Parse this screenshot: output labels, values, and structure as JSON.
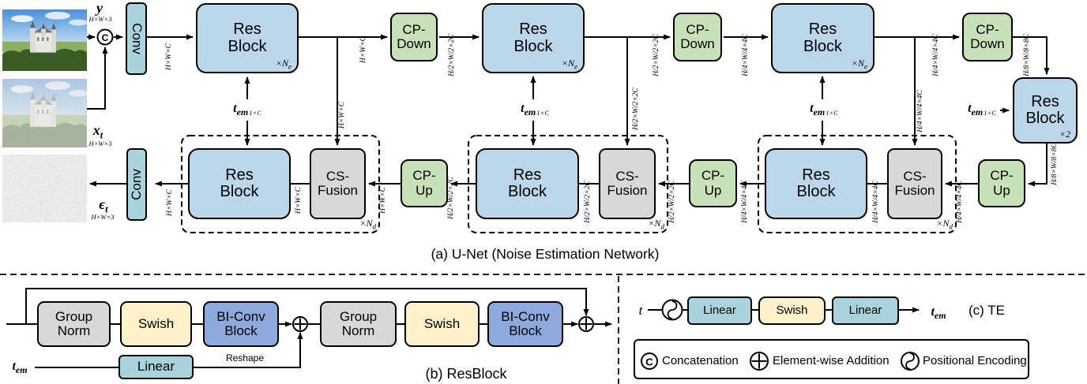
{
  "captions": {
    "a": "(a) U-Net (Noise Estimation Network)",
    "b": "(b) ResBlock",
    "c": "(c) TE"
  },
  "blocks": {
    "conv": "Conv",
    "res_block": "Res Block",
    "cp_down": "CP-Down",
    "cp_up": "CP-Up",
    "cs_fusion": "CS-Fusion",
    "group_norm": "Group Norm",
    "swish": "Swish",
    "bi_conv": "BI-Conv Block",
    "linear": "Linear"
  },
  "multipliers": {
    "n_base": "×N",
    "n_enc_sub": "e",
    "n_dec_sub": "d",
    "x2": "×2"
  },
  "dims": {
    "input": "H×W×3",
    "c1": "H×W×C",
    "c2": "H/2×W/2×2C",
    "c4": "H/4×W/4×4C",
    "c8": "H/8×W/8×8C",
    "tem": "1×C"
  },
  "labels": {
    "y": "y",
    "x": "x",
    "x_sub": "t",
    "eps": "ϵ",
    "eps_sub": "t",
    "t": "t",
    "tem_base": "t",
    "tem_sub": "em",
    "reshape": "Reshape"
  },
  "legend": {
    "concat_glyph": "C",
    "concat": "Concatenation",
    "add": "Element-wise Addition",
    "pos_enc": "Positional Encoding"
  },
  "colors": {
    "res_block": "#BCD6EA",
    "conv_linear": "#A9D4DE",
    "cp": "#C8E1B8",
    "gray": "#D8D8D8",
    "swish": "#FDF2CC",
    "bi_conv": "#8EA9DC",
    "stroke": "#000000"
  }
}
